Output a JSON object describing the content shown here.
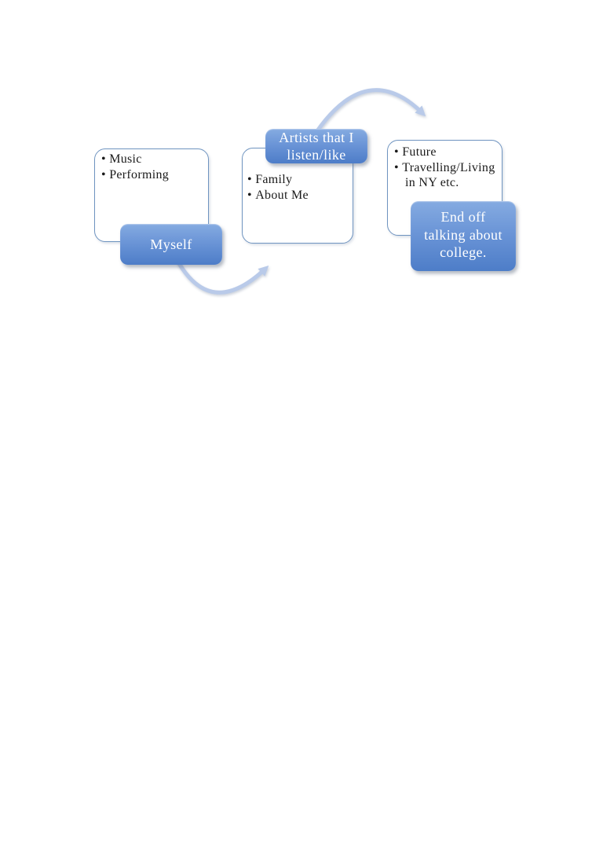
{
  "page": {
    "type": "presentation-slide",
    "background": "#ffffff"
  },
  "diagram": {
    "type": "alternating-flow",
    "accent_color": "#4f81bd",
    "arrow_color": "#b9cae9",
    "box_border_color": "#6f94c0",
    "label_text_color": "#ffffff",
    "bullet_text_color": "#1a1a1a",
    "nodes": [
      {
        "label": "Myself",
        "bullets": [
          "Music",
          "Performing"
        ]
      },
      {
        "label": "Artists that I listen/like",
        "bullets": [
          "Family",
          "About Me"
        ]
      },
      {
        "label": "End off talking about college.",
        "bullets": [
          "Future",
          "Travelling/Living in NY etc."
        ]
      }
    ],
    "arrows": [
      {
        "from": "Myself",
        "to": "Artists that I listen/like"
      },
      {
        "from": "Artists that I listen/like",
        "to": "End off talking about college."
      }
    ]
  }
}
